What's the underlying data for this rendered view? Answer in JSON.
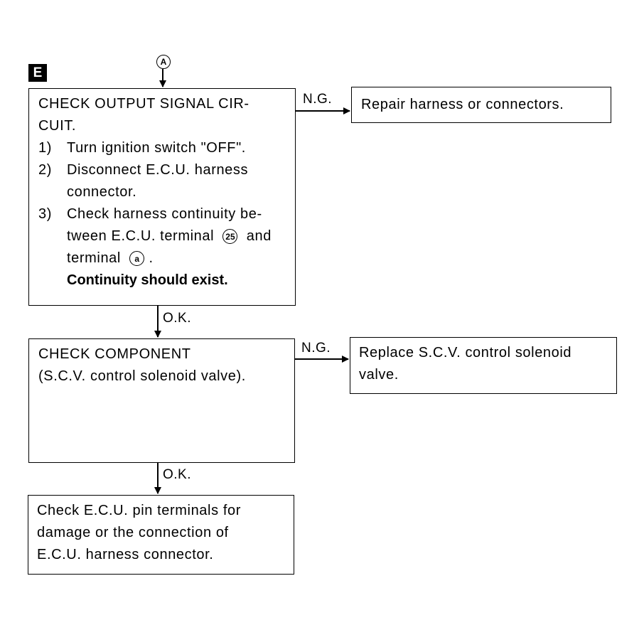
{
  "step_label": "E",
  "connector": "A",
  "box1": {
    "title1": "CHECK OUTPUT SIGNAL CIR-",
    "title2": "CUIT.",
    "s1_num": "1)",
    "s1": "Turn ignition switch \"OFF\".",
    "s2_num": "2)",
    "s2a": "Disconnect E.C.U. harness",
    "s2b": "connector.",
    "s3_num": "3)",
    "s3a": "Check harness continuity be-",
    "s3b_pre": "tween E.C.U. terminal",
    "s3b_term": "25",
    "s3b_post": "and",
    "s3c_pre": "terminal",
    "s3c_term": "a",
    "s3c_post": ".",
    "result": "Continuity should exist."
  },
  "ng_label_1": "N.G.",
  "repair": "Repair harness or connectors.",
  "ok_label_1": "O.K.",
  "box2": {
    "line1": "CHECK COMPONENT",
    "line2": "(S.C.V. control solenoid valve)."
  },
  "ng_label_2": "N.G.",
  "replace": {
    "line1": "Replace S.C.V. control solenoid",
    "line2": "valve."
  },
  "ok_label_2": "O.K.",
  "final": {
    "line1": "Check E.C.U. pin terminals for",
    "line2": "damage or the connection of",
    "line3": "E.C.U. harness connector."
  }
}
